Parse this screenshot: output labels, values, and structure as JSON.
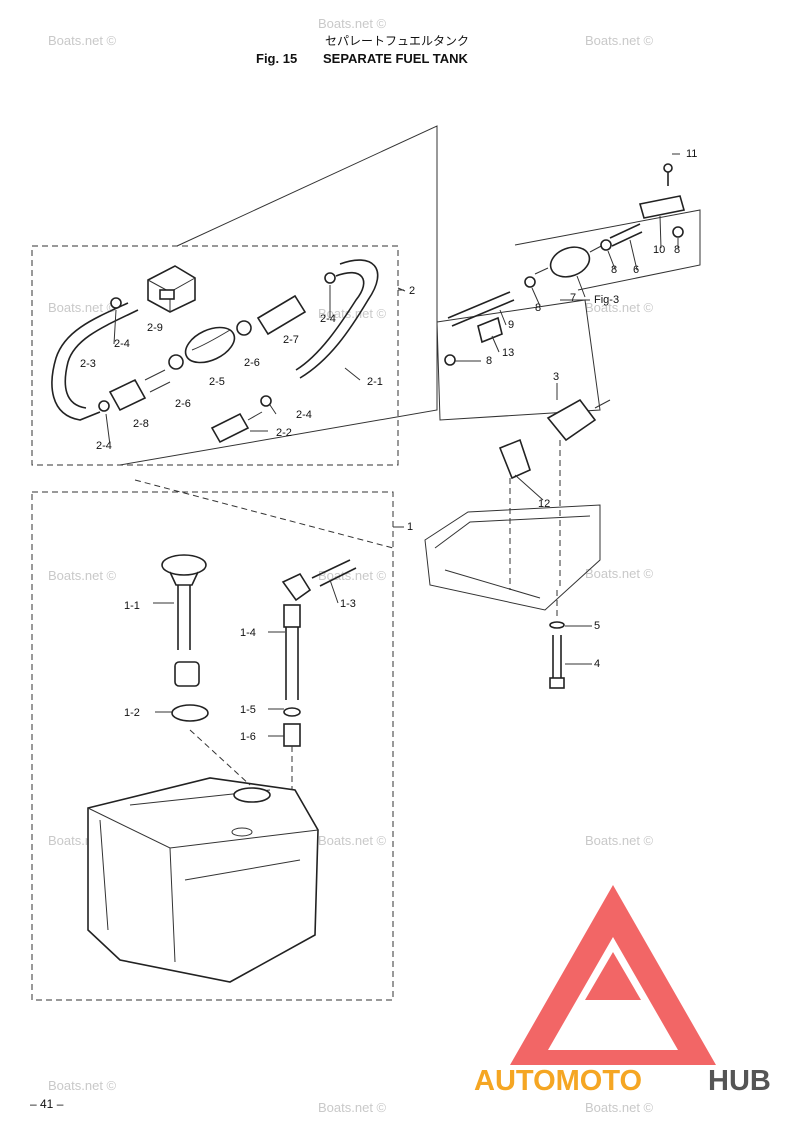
{
  "title": {
    "japanese": "セパレートフュエルタンク",
    "fig_number": "Fig. 15",
    "name": "SEPARATE FUEL TANK"
  },
  "watermark_text": "Boats.net ©",
  "page_number": "– 41 –",
  "fig3_label": "Fig-3",
  "brand": {
    "part1": "AUTOMOTO",
    "part2": "HUB",
    "color1": "#f5a623",
    "color2": "#555555",
    "logo_color": "#ee3b3b"
  },
  "labels": {
    "l_2": "2",
    "l_2_1": "2-1",
    "l_2_2": "2-2",
    "l_2_3": "2-3",
    "l_2_4a": "2-4",
    "l_2_4b": "2-4",
    "l_2_4c": "2-4",
    "l_2_4d": "2-4",
    "l_2_5": "2-5",
    "l_2_6a": "2-6",
    "l_2_6b": "2-6",
    "l_2_7": "2-7",
    "l_2_8": "2-8",
    "l_2_9": "2-9",
    "l_1": "1",
    "l_1_1": "1-1",
    "l_1_2": "1-2",
    "l_1_3": "1-3",
    "l_1_4": "1-4",
    "l_1_5": "1-5",
    "l_1_6": "1-6",
    "l_3": "3",
    "l_4": "4",
    "l_5": "5",
    "l_6": "6",
    "l_7": "7",
    "l_8a": "8",
    "l_8b": "8",
    "l_8c": "8",
    "l_8d": "8",
    "l_9": "9",
    "l_10": "10",
    "l_11": "11",
    "l_12": "12",
    "l_13": "13"
  }
}
